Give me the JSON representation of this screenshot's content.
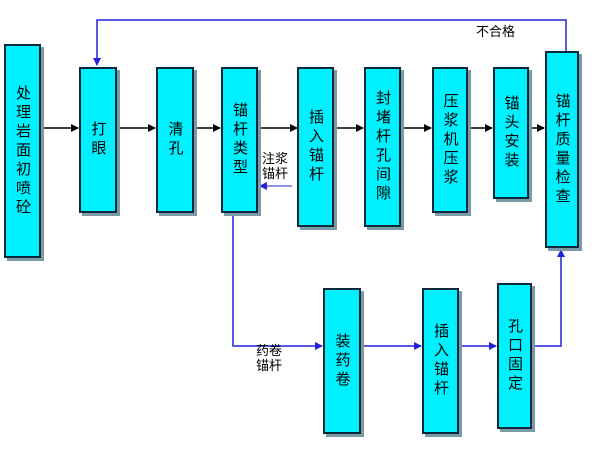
{
  "colors": {
    "box_fill": "#00f0ff",
    "box_border": "#0a2a3a",
    "main_arrow": "#000000",
    "branch_arrow": "#2222dd"
  },
  "boxes": {
    "surface_treatment": "处理岩面初喷砼",
    "drilling": "打眼",
    "hole_cleaning": "清孔",
    "anchor_type": "锚杆类型",
    "insert_anchor_top": "插入锚杆",
    "seal_vent": "封堵杆孔间隙",
    "grout_press": "压浆机压浆",
    "head_install": "锚头安装",
    "quality_check": "锚杆质量检查",
    "load_cartridge": "装药卷",
    "insert_anchor_bottom": "插入锚杆",
    "hole_fix": "孔口固定"
  },
  "labels": {
    "unqualified": "不合格",
    "grout_anchor": "注浆\n锚杆",
    "cartridge_anchor": "药卷\n锚杆"
  }
}
